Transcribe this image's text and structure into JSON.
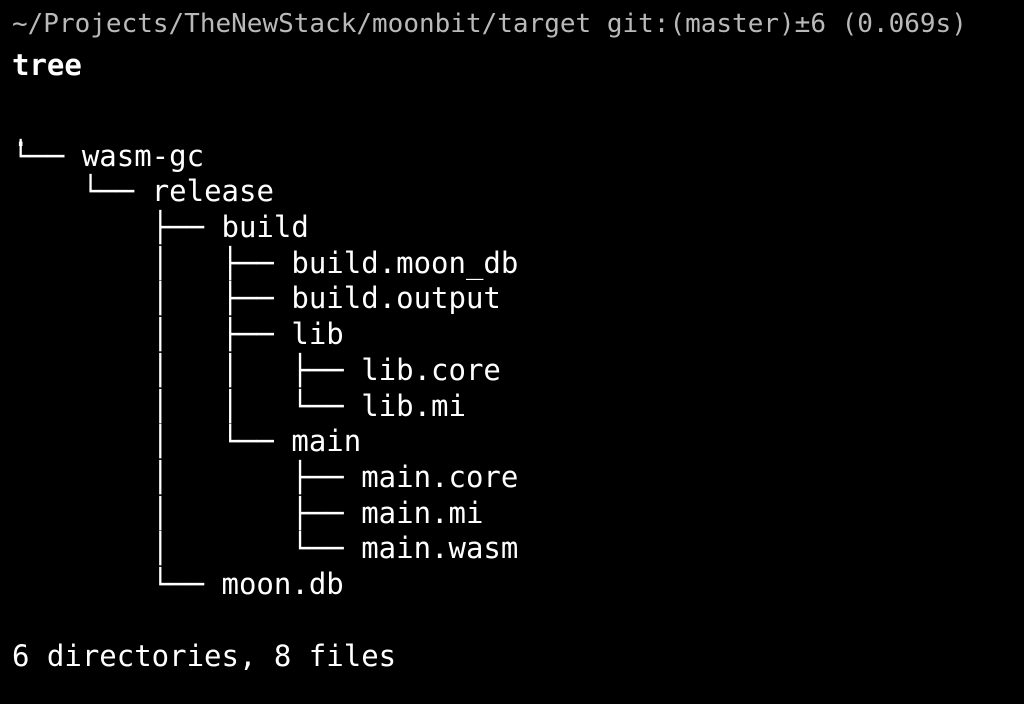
{
  "terminal": {
    "prompt": "~/Projects/TheNewStack/moonbit/target git:(master)±6 (0.069s)",
    "command": "tree",
    "summary": "6 directories, 8 files",
    "colors": {
      "background": "#000000",
      "foreground": "#ffffff",
      "prompt": "#b9b9b9"
    },
    "tree": [
      {
        "guide": "",
        "name": "."
      },
      {
        "guide": "└── ",
        "name": "wasm-gc"
      },
      {
        "guide": "    └── ",
        "name": "release"
      },
      {
        "guide": "        ├── ",
        "name": "build"
      },
      {
        "guide": "        │   ├── ",
        "name": "build.moon_db"
      },
      {
        "guide": "        │   ├── ",
        "name": "build.output"
      },
      {
        "guide": "        │   ├── ",
        "name": "lib"
      },
      {
        "guide": "        │   │   ├── ",
        "name": "lib.core"
      },
      {
        "guide": "        │   │   └── ",
        "name": "lib.mi"
      },
      {
        "guide": "        │   └── ",
        "name": "main"
      },
      {
        "guide": "        │       ├── ",
        "name": "main.core"
      },
      {
        "guide": "        │       ├── ",
        "name": "main.mi"
      },
      {
        "guide": "        │       └── ",
        "name": "main.wasm"
      },
      {
        "guide": "        └── ",
        "name": "moon.db"
      }
    ]
  }
}
